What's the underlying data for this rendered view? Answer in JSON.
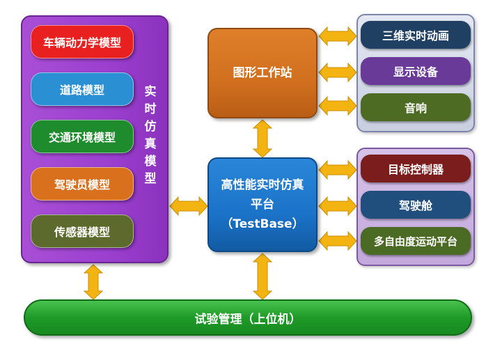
{
  "simulation_models": {
    "vertical_label": "实时仿真模型",
    "items": [
      {
        "label": "车辆动力学模型",
        "color": "#e8201f"
      },
      {
        "label": "道路模型",
        "color": "#2a8fd3"
      },
      {
        "label": "交通环境模型",
        "color": "#1e8b2c"
      },
      {
        "label": "驾驶员模型",
        "color": "#d9701e"
      },
      {
        "label": "传感器模型",
        "color": "#5c6a2e"
      }
    ]
  },
  "graphics_workstation": {
    "label": "图形工作站",
    "color": "#d0701f"
  },
  "realtime_platform": {
    "line1": "高性能实时仿真",
    "line2": "平台",
    "line3": "（TestBase）",
    "color": "#1b73c8"
  },
  "graphics_outputs": [
    {
      "label": "三维实时动画",
      "color": "#1f3f63"
    },
    {
      "label": "显示设备",
      "color": "#6a3a99"
    },
    {
      "label": "音响",
      "color": "#4e6b23"
    }
  ],
  "platform_devices": [
    {
      "label": "目标控制器",
      "color": "#7b1d1d"
    },
    {
      "label": "驾驶舱",
      "color": "#204f7d"
    },
    {
      "label": "多自由度运动平台",
      "color": "#4b6a24"
    }
  ],
  "test_management": {
    "label": "试验管理（上位机）"
  },
  "arrow_color": "#f3b311"
}
